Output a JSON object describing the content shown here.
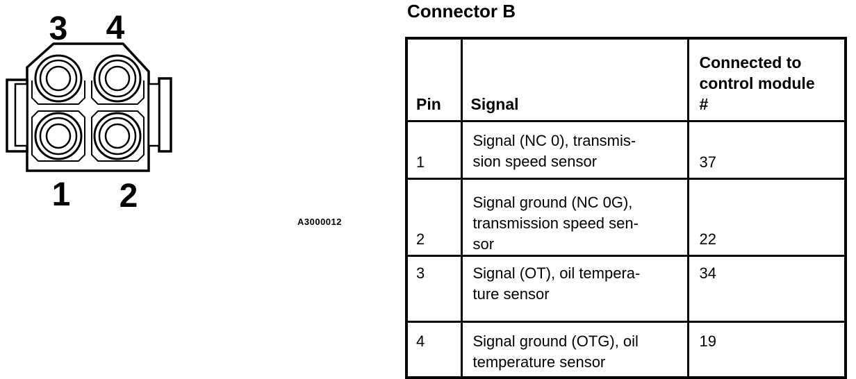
{
  "figure": {
    "connector_label": "A3000012",
    "pin_labels": {
      "top_left": "3",
      "top_right": "4",
      "bottom_left": "1",
      "bottom_right": "2"
    }
  },
  "table": {
    "title": "Connector B",
    "headers": {
      "pin": "Pin",
      "signal": "Signal",
      "module": "Connected to\ncontrol module\n#"
    },
    "rows": [
      {
        "pin": "1",
        "signal": "Signal (NC 0), transmis-\nsion speed sensor",
        "module": "37"
      },
      {
        "pin": "2",
        "signal": "Signal ground (NC 0G),\ntransmission speed sen-\nsor",
        "module": "22"
      },
      {
        "pin": "3",
        "signal": "Signal (OT), oil tempera-\nture sensor",
        "module": "34"
      },
      {
        "pin": "4",
        "signal": "Signal ground (OTG), oil\ntemperature sensor",
        "module": "19"
      }
    ]
  },
  "colors": {
    "ink": "#000000",
    "paper": "#ffffff"
  }
}
